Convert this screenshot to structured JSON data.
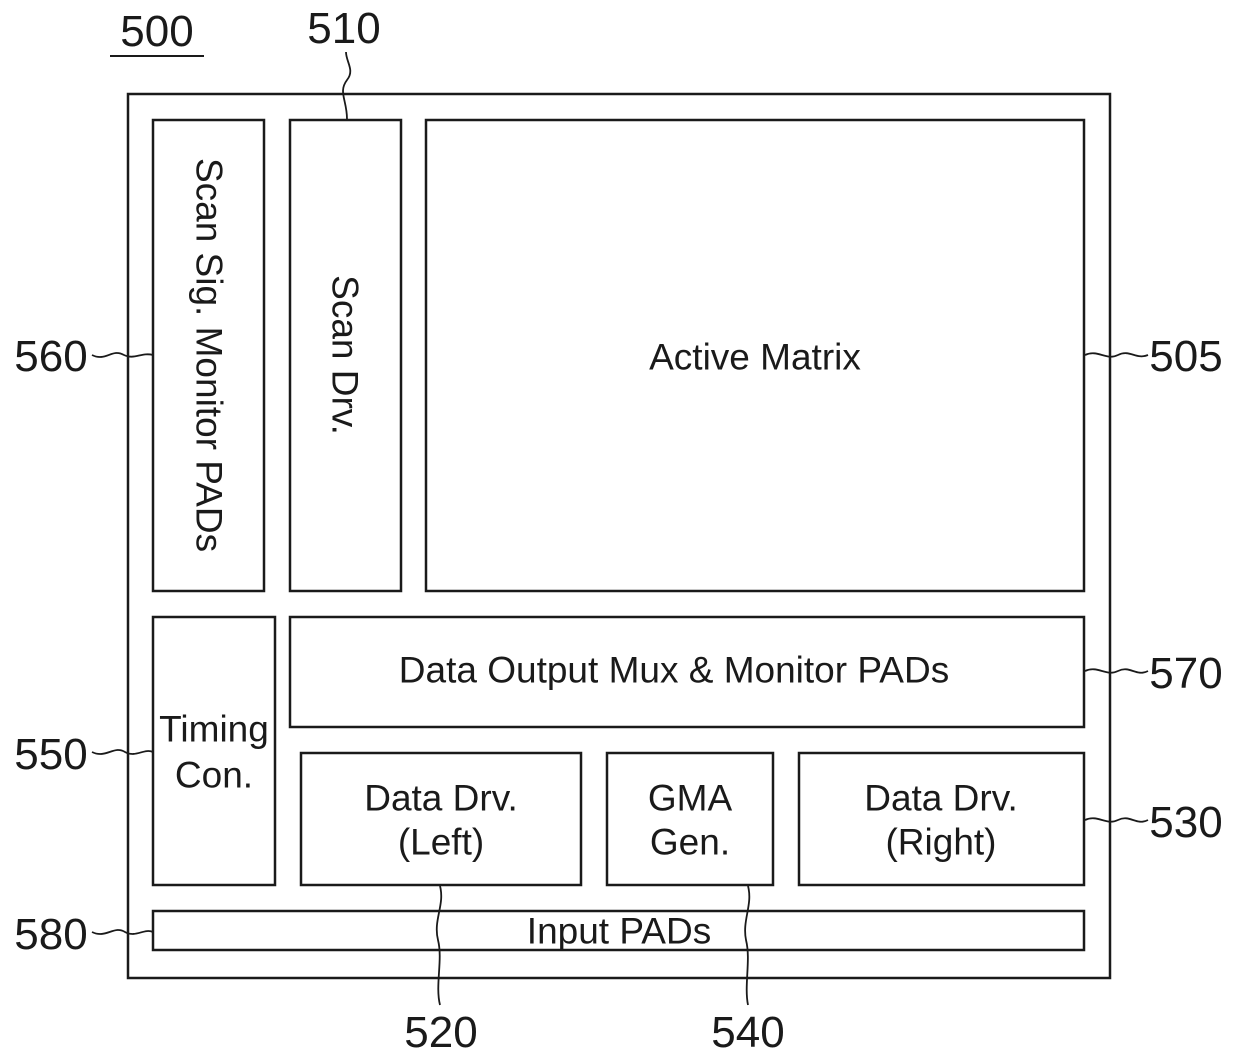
{
  "figure": {
    "number": "500",
    "blocks": {
      "active_matrix": {
        "label": "Active Matrix",
        "ref": "505"
      },
      "scan_driver": {
        "label": "Scan Drv.",
        "ref": "510"
      },
      "scan_monitor_pads": {
        "label": "Scan Sig. Monitor PADs",
        "ref": "560"
      },
      "data_output_mux": {
        "label": "Data Output Mux & Monitor PADs",
        "ref": "570"
      },
      "timing_controller": {
        "line1": "Timing",
        "line2": "Con.",
        "ref": "550"
      },
      "data_driver_left": {
        "line1": "Data Drv.",
        "line2": "(Left)",
        "ref": "520"
      },
      "gma_generator": {
        "line1": "GMA",
        "line2": "Gen.",
        "ref": "540"
      },
      "data_driver_right": {
        "line1": "Data Drv.",
        "line2": "(Right)",
        "ref": "530"
      },
      "input_pads": {
        "label": "Input PADs",
        "ref": "580"
      }
    }
  }
}
